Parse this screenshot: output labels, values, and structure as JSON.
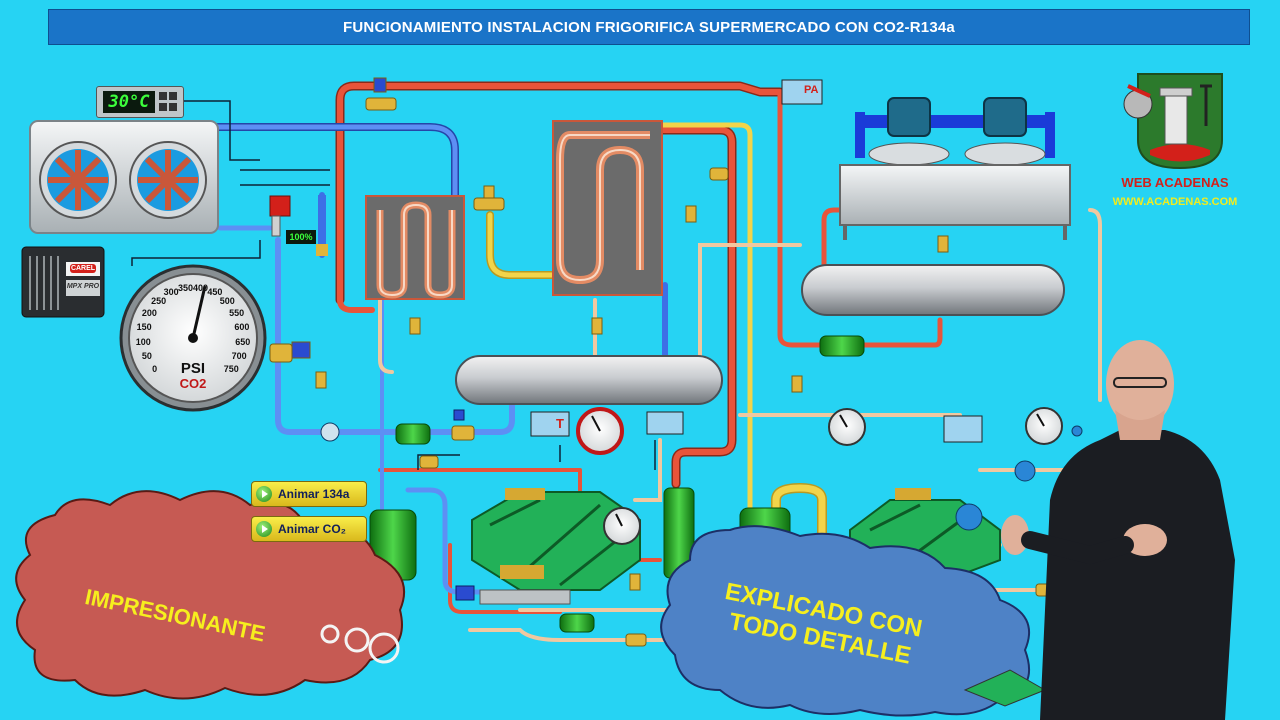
{
  "header": {
    "title": "FUNCIONAMIENTO INSTALACION FRIGORIFICA SUPERMERCADO CON CO2-R134a"
  },
  "logo": {
    "name": "WEB ACADENAS",
    "url": "WWW.ACADENAS.COM"
  },
  "thermostat": {
    "value": "30°C"
  },
  "controller": {
    "brand": "CAREL",
    "model": "MPX PRO"
  },
  "valve_display": {
    "value": "100%"
  },
  "pressure_gauge": {
    "unit": "PSI",
    "fluid": "CO2",
    "scale": [
      "0",
      "50",
      "100",
      "150",
      "200",
      "250",
      "300",
      "350",
      "400",
      "450",
      "500",
      "550",
      "600",
      "650",
      "700",
      "750"
    ]
  },
  "labels": {
    "pa": "PA",
    "t": "T"
  },
  "buttons": {
    "animate_134a": "Animar 134a",
    "animate_co2": "Animar CO₂"
  },
  "clouds": {
    "left": "IMPRESIONANTE",
    "right_line1": "EXPLICADO CON",
    "right_line2": "TODO DETALLE"
  },
  "colors": {
    "background": "#26d3f3",
    "banner": "#1a74c8",
    "pipe_hot": "#e8543a",
    "pipe_cold": "#3d6fe6",
    "pipe_liquid": "#f2d44a",
    "pipe_suction": "#f0c8a0",
    "cloud_red": "#c65a53",
    "cloud_blue": "#4e82c6",
    "cloud_text": "#f6ef1e"
  }
}
